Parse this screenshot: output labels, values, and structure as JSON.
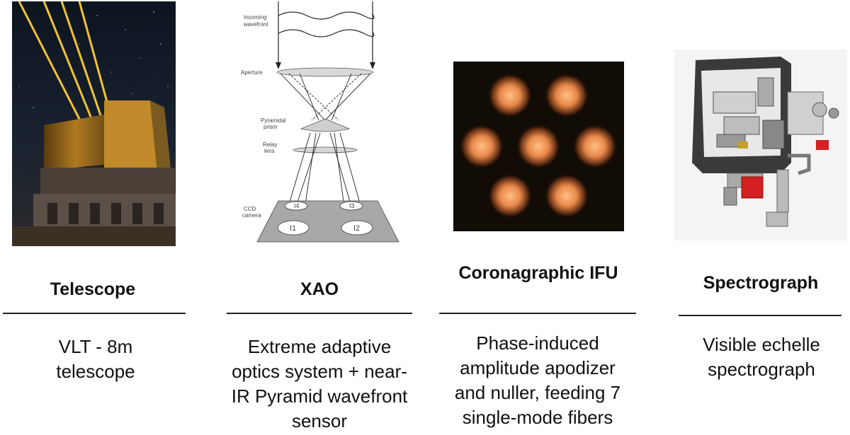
{
  "panels": [
    {
      "title": "Telescope",
      "description": "VLT - 8m telescope",
      "image_icon": "telescope-photo-icon"
    },
    {
      "title": "XAO",
      "description": "Extreme adaptive optics system + near-IR Pyramid wavefront sensor",
      "image_icon": "pyramid-wavefront-sensor-diagram-icon",
      "diagram_labels": {
        "incoming": "Incoming",
        "wavefront": "wavefront",
        "aperture": "Aperture",
        "pyramidal": "Pyramidal",
        "prism": "prism",
        "relay": "Relay",
        "lens": "lens",
        "ccd": "CCD",
        "camera": "camera",
        "i1": "I1",
        "i2": "I2",
        "i3": "I3",
        "i4": "I4"
      }
    },
    {
      "title": "Coronagraphic IFU",
      "description": "Phase-induced amplitude apodizer and nuller, feeding 7 single-mode fibers",
      "image_icon": "seven-spot-psf-icon"
    },
    {
      "title": "Spectrograph",
      "description": "Visible echelle spectrograph",
      "image_icon": "spectrograph-cad-render-icon"
    }
  ],
  "colors": {
    "laser": "#ffcc33",
    "sky": "#111820",
    "psf_background": "#050505",
    "psf_spot": "#ffb070",
    "spectrograph_body": "#3a3a3a",
    "spectrograph_accent": "#d42020"
  }
}
